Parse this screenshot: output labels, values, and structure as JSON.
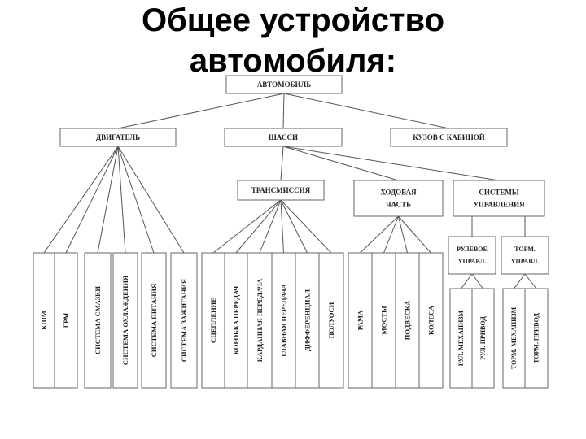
{
  "title": {
    "line1": "Общее устройство",
    "line2": "автомобиля:"
  },
  "diagram": {
    "root": "АВТОМОБИЛЬ",
    "level1": {
      "engine": "ДВИГАТЕЛЬ",
      "chassis": "ШАССИ",
      "body": "КУЗОВ С КАБИНОЙ"
    },
    "engine_parts": [
      "КШМ",
      "ГРМ",
      "СИСТЕМА СМАЗКИ",
      "СИСТЕМА ОХЛАЖДЕНИЯ",
      "СИСТЕМА ПИТАНИЯ",
      "СИСТЕМА ЗАЖИГАНИЯ"
    ],
    "chassis_groups": {
      "transmission": "ТРАНСМИССИЯ",
      "running_gear": [
        "ХОДОВАЯ",
        "ЧАСТЬ"
      ],
      "control_systems": [
        "СИСТЕМЫ",
        "УПРАВЛЕНИЯ"
      ]
    },
    "transmission_parts": [
      "СЦЕПЛЕНИЕ",
      "КОРОБКА ПЕРЕДАЧ",
      "КАРДАННАЯ ПЕРЕДАЧА",
      "ГЛАВНАЯ ПЕРЕДАЧА",
      "ДИФФЕРЕНЦИАЛ",
      "ПОЛУОСИ"
    ],
    "running_gear_parts": [
      "РАМА",
      "МОСТЫ",
      "ПОДВЕСКА",
      "КОЛЕСА"
    ],
    "control_groups": {
      "steering": [
        "РУЛЕВОЕ",
        "УПРАВЛ."
      ],
      "brakes": [
        "ТОРМ.",
        "УПРАВЛ."
      ]
    },
    "steering_parts": [
      "РУЛ. МЕХАНИЗМ",
      "РУЛ. ПРИВОД"
    ],
    "brake_parts": [
      "ТОРМ. МЕХАНИЗМ",
      "ТОРМ. ПРИВОД"
    ]
  }
}
